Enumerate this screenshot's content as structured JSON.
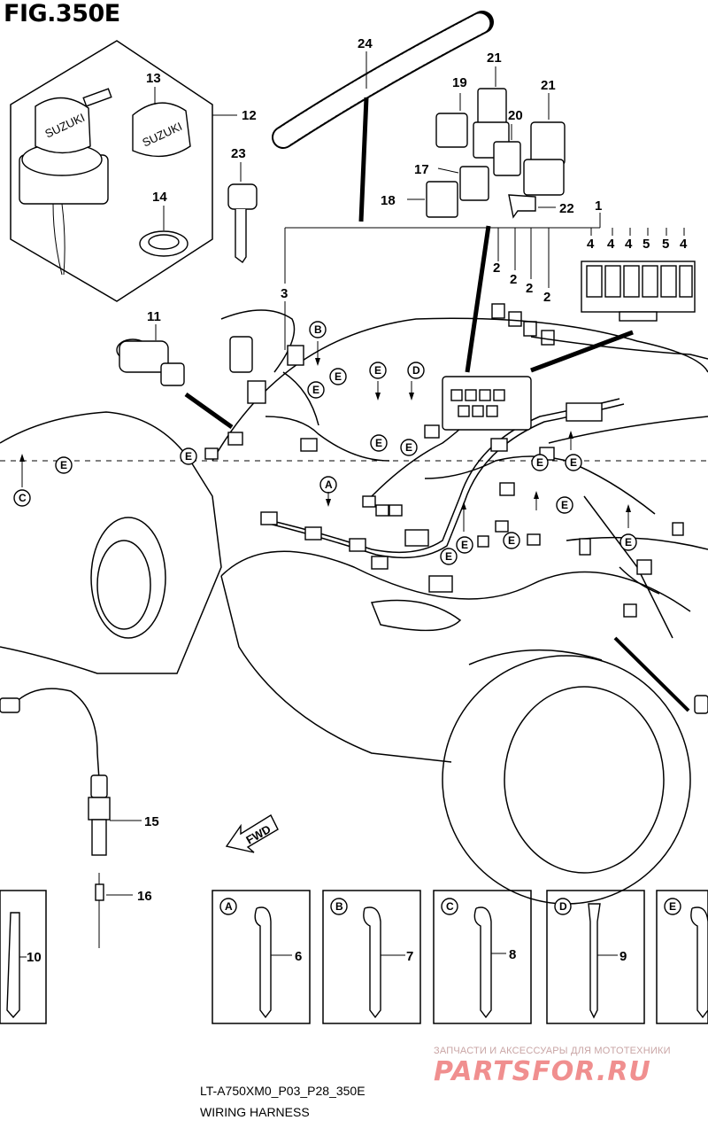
{
  "figure": {
    "title": "FIG.350E",
    "code": "LT-A750XM0_P03_P28_350E",
    "name": "WIRING HARNESS"
  },
  "watermark": {
    "tagline": "ЗАПЧАСТИ И АКСЕССУАРЫ ДЛЯ МОТОТЕХНИКИ",
    "logo": "PARTSFOR.RU"
  },
  "callouts": {
    "p1": "1",
    "p2a": "2",
    "p2b": "2",
    "p2c": "2",
    "p2d": "2",
    "p3": "3",
    "p4a": "4",
    "p4b": "4",
    "p4c": "4",
    "p4d": "4",
    "p5a": "5",
    "p5b": "5",
    "p6": "6",
    "p7": "7",
    "p8": "8",
    "p9": "9",
    "p10": "10",
    "p11": "11",
    "p12": "12",
    "p13": "13",
    "p14": "14",
    "p15": "15",
    "p16": "16",
    "p17": "17",
    "p18": "18",
    "p19": "19",
    "p20": "20",
    "p21a": "21",
    "p21b": "21",
    "p22": "22",
    "p23": "23",
    "p24": "24"
  },
  "clamp_refs": {
    "A": "A",
    "B": "B",
    "C": "C",
    "D": "D",
    "E": "E"
  },
  "fwd_label": "FWD",
  "brand_on_key": "SUZUKI"
}
